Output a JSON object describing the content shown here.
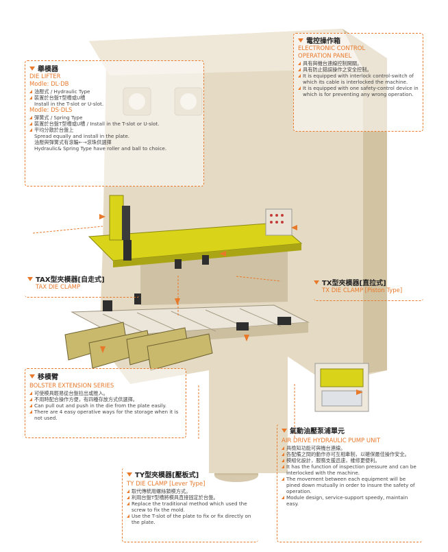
{
  "diagram": {
    "electronic_panel": {
      "title": "電控操作箱",
      "subtitle1": "ELECTRONIC CONTROL",
      "subtitle2": "OPERATION PANEL",
      "bullets": [
        "具有與機台連線控制開關。",
        "具有防止錯誤操作之安全控制。",
        "It is equipped with interlock control-switch of which its cable is interlocked the machine.",
        "It is equipped with one safety-control device in which is for preventing any wrong operation."
      ]
    },
    "die_lifter": {
      "title": "舉模器",
      "subtitle": "DIE LIFTER",
      "model1": "Modle: DL‧DB",
      "b1": "油壓式 / Hydraulic Type",
      "b2": "裝置於台盤T型槽或U槽",
      "b2en": "Install in the T-slot or U-slot.",
      "model2": "Modle: DS‧DLS",
      "b3": "彈簧式 / Spring Type",
      "b4": "裝置於台盤T型槽或U槽 / Install in the T-slot or U-slot.",
      "b5": "平均分散於台盤上",
      "b5en": "Spread equally and install in the plate.",
      "note": "油壓與彈簧式有滾輪←→滾珠供選擇",
      "note_en": "Hydraulic& Spring Type have roller and ball to choice."
    },
    "tax_clamp": {
      "title": "TAX型夾模器[自走式]",
      "subtitle": "TAX DIE CLAMP"
    },
    "tx_clamp": {
      "title": "TX型夾模器[直拉式]",
      "subtitle": "TX DIE CLAMP [Piston Type]"
    },
    "bolster": {
      "title": "移模臂",
      "subtitle": "BOLSTER EXTENSION SERIES",
      "bullets": [
        "可使模具輕易從台盤拉出或推入。",
        "不用時配合操作方便，有四種存放方式供選擇。",
        "Can pull out and push in the die from the plate easily.",
        "There are 4 easy operative ways for the storage when it is not used."
      ]
    },
    "ty_clamp": {
      "title": "TY型夾模器[壓板式]",
      "subtitle": "TY DIE CLAMP [Lever Type]",
      "bullets": [
        "取代傳統用螺絲鎖模方式。",
        "利用台盤T型槽將模具直接固定於台盤。",
        "Replace the traditional method which used the screw to fix the mold.",
        "Use the T-slot of the plate to fix or fix directly on the plate."
      ]
    },
    "pump": {
      "title": "氣動油壓泵浦單元",
      "subtitle": "AIR DRIVE HYDRAULIC PUMP UNIT",
      "bullets": [
        "具檢知功能可與機台連線。",
        "各配備之間的動作亦可互相牽制，以確保最佳操作安全。",
        "模組化設計，服務支援迅速，維修更便利。",
        "It has the function of inspection pressure and can be interlocked with the machine.",
        "The movement between each equipment will be pined down mutually in order to insure the safety of operation.",
        "Module design, service-support speedy, maintain easy."
      ]
    }
  }
}
